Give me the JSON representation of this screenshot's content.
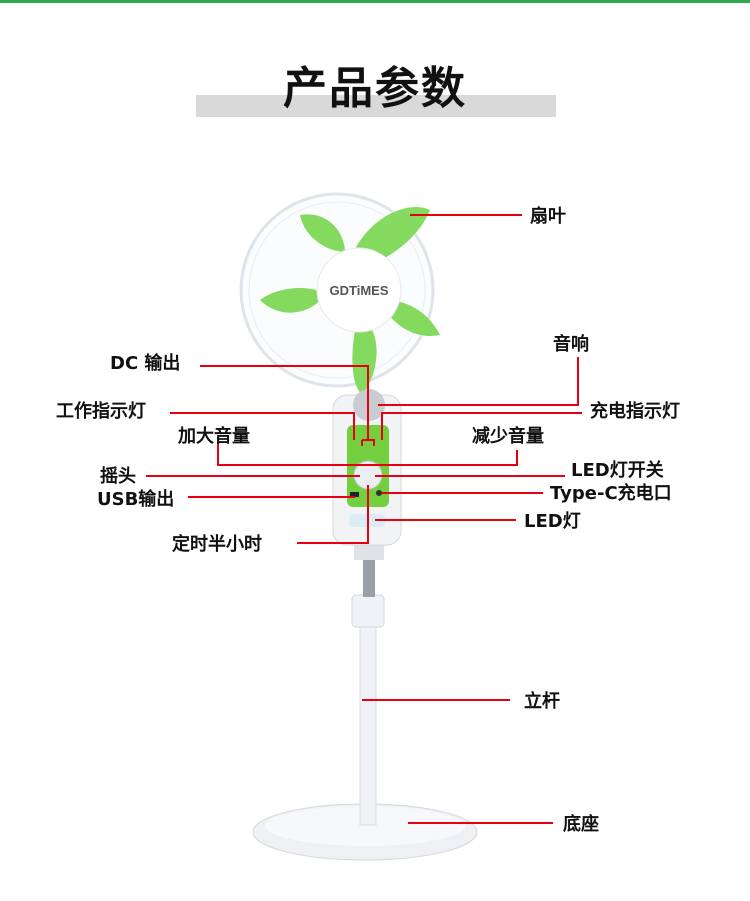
{
  "title": "产品参数",
  "brand": "GDTiMES",
  "labels": {
    "blades": "扇叶",
    "speaker": "音响",
    "dc_output": "DC 输出",
    "work_indicator": "工作指示灯",
    "charge_indicator": "充电指示灯",
    "volume_up": "加大音量",
    "volume_down": "减少音量",
    "oscillate": "摇头",
    "led_switch": "LED灯开关",
    "usb_output": "USB输出",
    "typec_port": "Type-C充电口",
    "led_light": "LED灯",
    "timer": "定时半小时",
    "pole": "立杆",
    "base": "底座"
  },
  "colors": {
    "accent": "#2eaa4a",
    "blade": "#7ed957",
    "leader": "#e60012"
  }
}
